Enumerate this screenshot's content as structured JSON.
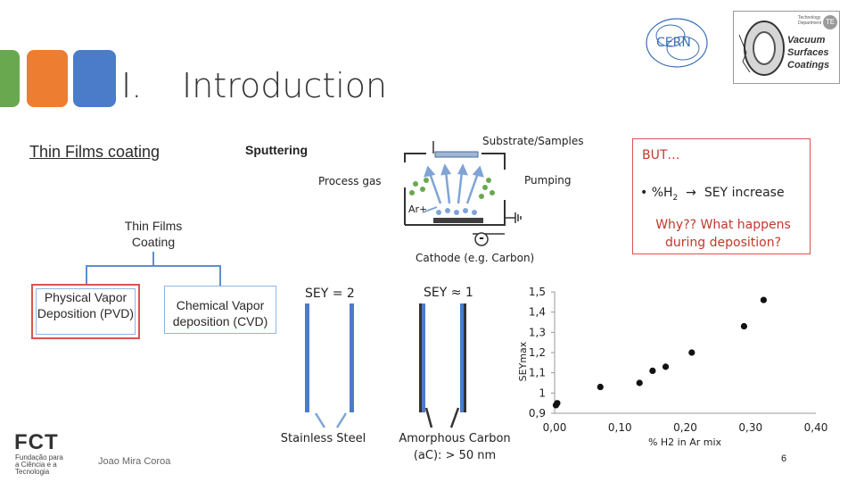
{
  "header": {
    "section_number": "I.",
    "section_title": "Introduction"
  },
  "logos": {
    "cern": "CERN",
    "vsc_small": "Technology Department",
    "vsc_lines": [
      "Vacuum",
      "Surfaces",
      "Coatings"
    ],
    "vsc_badge": "TE"
  },
  "tree": {
    "link": "Thin Films coating",
    "root": "Thin Films Coating",
    "pvd": "Physical Vapor Deposition (PVD)",
    "cvd": "Chemical Vapor deposition (CVD)"
  },
  "sputter": {
    "title": "Sputtering",
    "substrate": "Substrate/Samples",
    "process_gas": "Process gas",
    "pumping": "Pumping",
    "ion": "Ar+",
    "cathode_sign": "-",
    "cathode": "Cathode (e.g. Carbon)"
  },
  "sey": {
    "steel_value": "SEY = 2",
    "carbon_value": "SEY ≈ 1",
    "steel_caption": "Stainless Steel",
    "carbon_caption_1": "Amorphous Carbon",
    "carbon_caption_2": "(aC): > 50 nm"
  },
  "but_box": {
    "but": "BUT…",
    "bullet_prefix": "• %H",
    "bullet_sub": "2",
    "bullet_suffix": "SEY increase",
    "why": "Why?? What happens during deposition?"
  },
  "colors": {
    "accent_red": "#c0392b",
    "tile_green": "#6aa84f",
    "tile_orange": "#ed7d31",
    "tile_blue": "#4a7cc9",
    "tube_blue": "#4a7cc9"
  },
  "chart_data": {
    "type": "scatter",
    "xlabel": "% H2 in Ar mix",
    "ylabel": "SEYmax",
    "xlim": [
      0,
      0.4
    ],
    "ylim": [
      0.9,
      1.5
    ],
    "x_ticks": [
      "0,00",
      "0,10",
      "0,20",
      "0,30",
      "0,40"
    ],
    "y_ticks": [
      "0,9",
      "1",
      "1,1",
      "1,2",
      "1,3",
      "1,4",
      "1,5"
    ],
    "x": [
      0.002,
      0.004,
      0.07,
      0.13,
      0.15,
      0.17,
      0.21,
      0.29,
      0.32
    ],
    "y": [
      0.94,
      0.95,
      1.03,
      1.05,
      1.11,
      1.13,
      1.2,
      1.33,
      1.46
    ],
    "grid": false
  },
  "footer": {
    "fct": "FCT",
    "fct_sub": "Fundação para a Ciência e a Tecnologia",
    "author": "Joao Mira Coroa",
    "page": "6"
  }
}
